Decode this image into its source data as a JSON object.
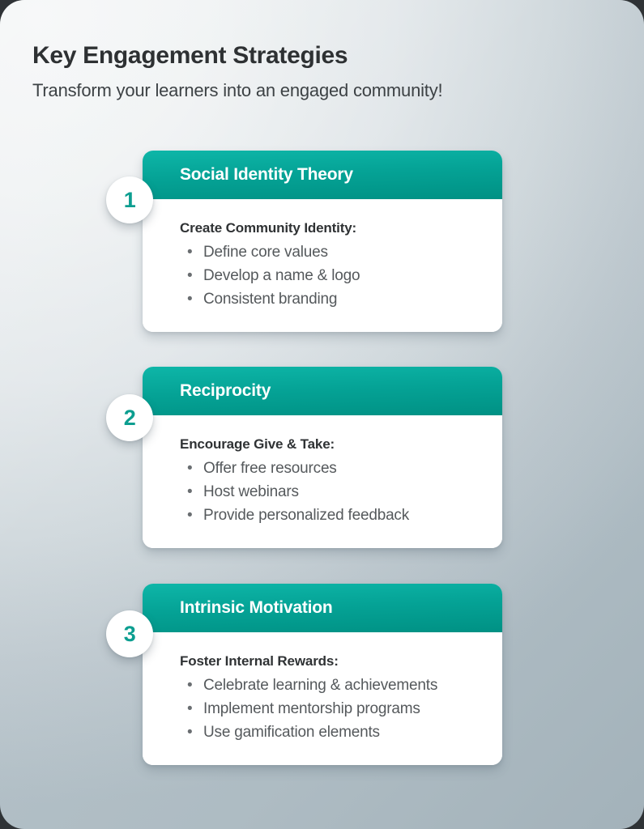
{
  "header": {
    "title": "Key Engagement Strategies",
    "subtitle": "Transform your learners into an engaged community!"
  },
  "theme": {
    "accent_teal": "#0bb3a6",
    "accent_teal_dark": "#009184",
    "badge_number_color": "#0c9e90",
    "background_light": "#f3f5f6",
    "background_dark": "#b4c1c8",
    "card_background": "#ffffff",
    "heading_color": "#2e3133",
    "body_text_color": "#55595c"
  },
  "bullet_glyph": "•",
  "cards": [
    {
      "number": "1",
      "title": "Social Identity Theory",
      "subhead": "Create Community Identity:",
      "bullets": [
        "Define core values",
        "Develop a name & logo",
        "Consistent branding"
      ]
    },
    {
      "number": "2",
      "title": "Reciprocity",
      "subhead": "Encourage Give & Take:",
      "bullets": [
        "Offer free resources",
        "Host webinars",
        "Provide personalized feedback"
      ]
    },
    {
      "number": "3",
      "title": "Intrinsic Motivation",
      "subhead": "Foster Internal Rewards:",
      "bullets": [
        "Celebrate learning & achievements",
        "Implement mentorship programs",
        "Use gamification elements"
      ]
    }
  ]
}
